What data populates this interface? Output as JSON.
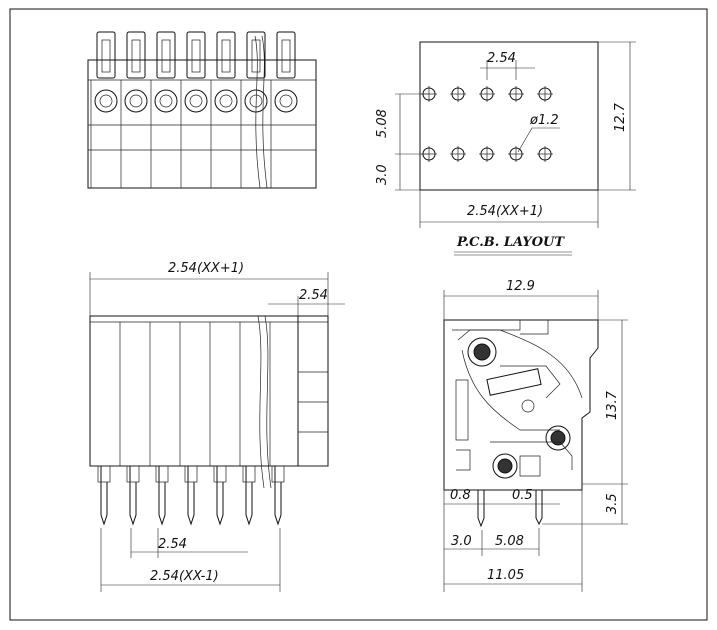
{
  "labels": {
    "pcb_pitch": "2.54",
    "pcb_row": "5.08",
    "pcb_hole": "ø1.2",
    "pcb_height": "12.7",
    "pcb_offset": "3.0",
    "pcb_width": "2.54(XX+1)",
    "pcb_title": "P.C.B. LAYOUT",
    "front_width": "2.54(XX+1)",
    "front_pitch": "2.54",
    "front_pin_pitch": "2.54",
    "front_pin_width": "2.54(XX-1)",
    "side_width": "12.9",
    "side_height": "13.7",
    "side_pin_len": "3.5",
    "side_pin_dia": "0.8",
    "side_pin_thk": "0.5",
    "side_off1": "3.0",
    "side_off2": "5.08",
    "side_total": "11.05"
  },
  "colors": {
    "line": "#111111",
    "background": "#ffffff"
  }
}
